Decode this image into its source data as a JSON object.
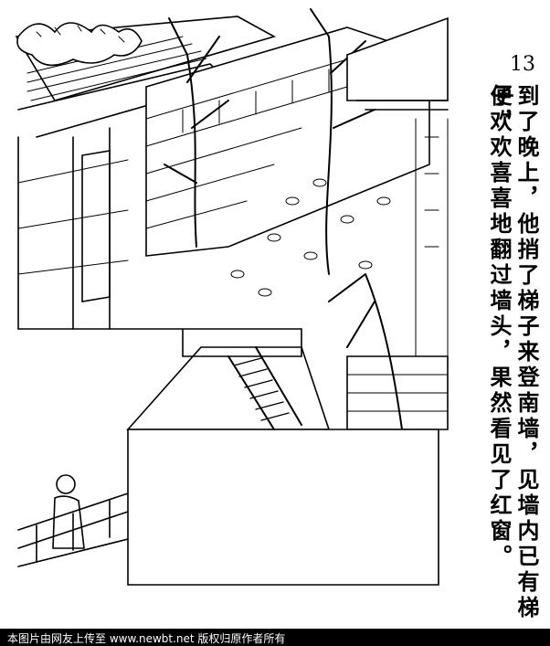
{
  "caption": {
    "number": "13",
    "line1": "到了晚上，他捎了梯子来登南墙，见墙内已有梯子，",
    "line2": "便欢欢喜喜地翻过墙头，果然看见了红窗。"
  },
  "footer": {
    "text": "本图片由网友上传至 www.newbt.net 版权归原作者所有"
  }
}
